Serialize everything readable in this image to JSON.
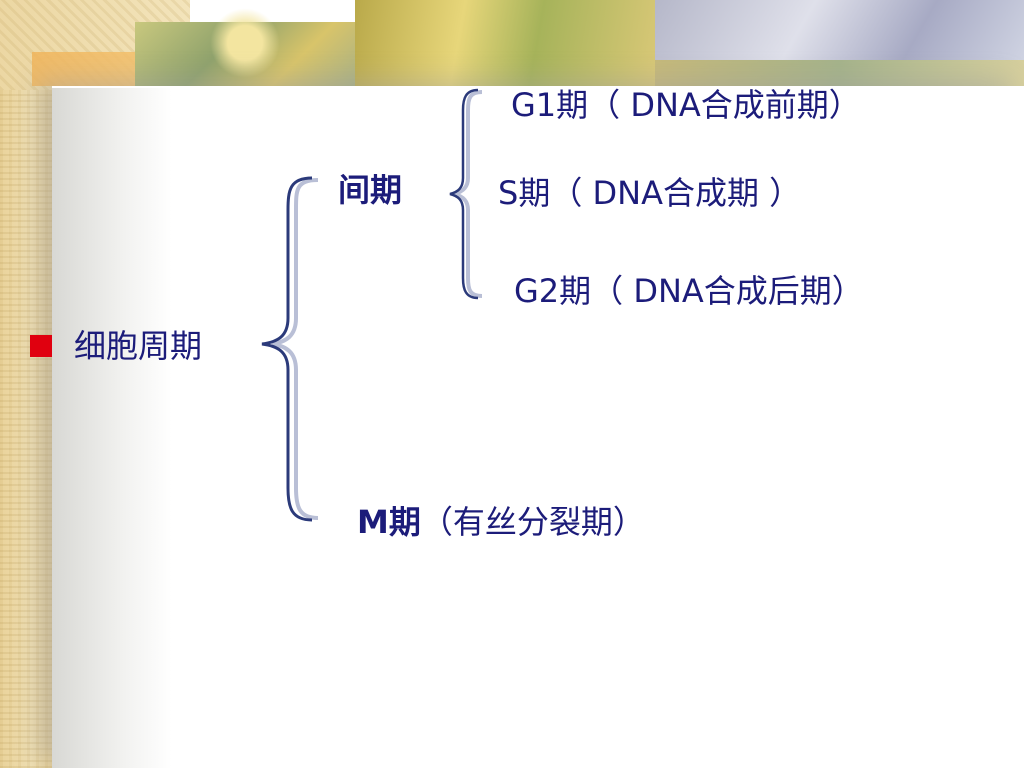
{
  "diagram": {
    "root": "细胞周期",
    "interphase": {
      "label": "间期",
      "stages": [
        "G1期（ DNA合成前期）",
        "S期（ DNA合成期 ）",
        "G2期（ DNA合成后期）"
      ]
    },
    "mitosis": {
      "label_bold": "M期",
      "label_rest": "（有丝分裂期）"
    }
  },
  "colors": {
    "text": "#1c1c7a",
    "bullet": "#e0000f",
    "brace_dark": "#2b3a7a",
    "brace_light": "#b9bfd6"
  }
}
